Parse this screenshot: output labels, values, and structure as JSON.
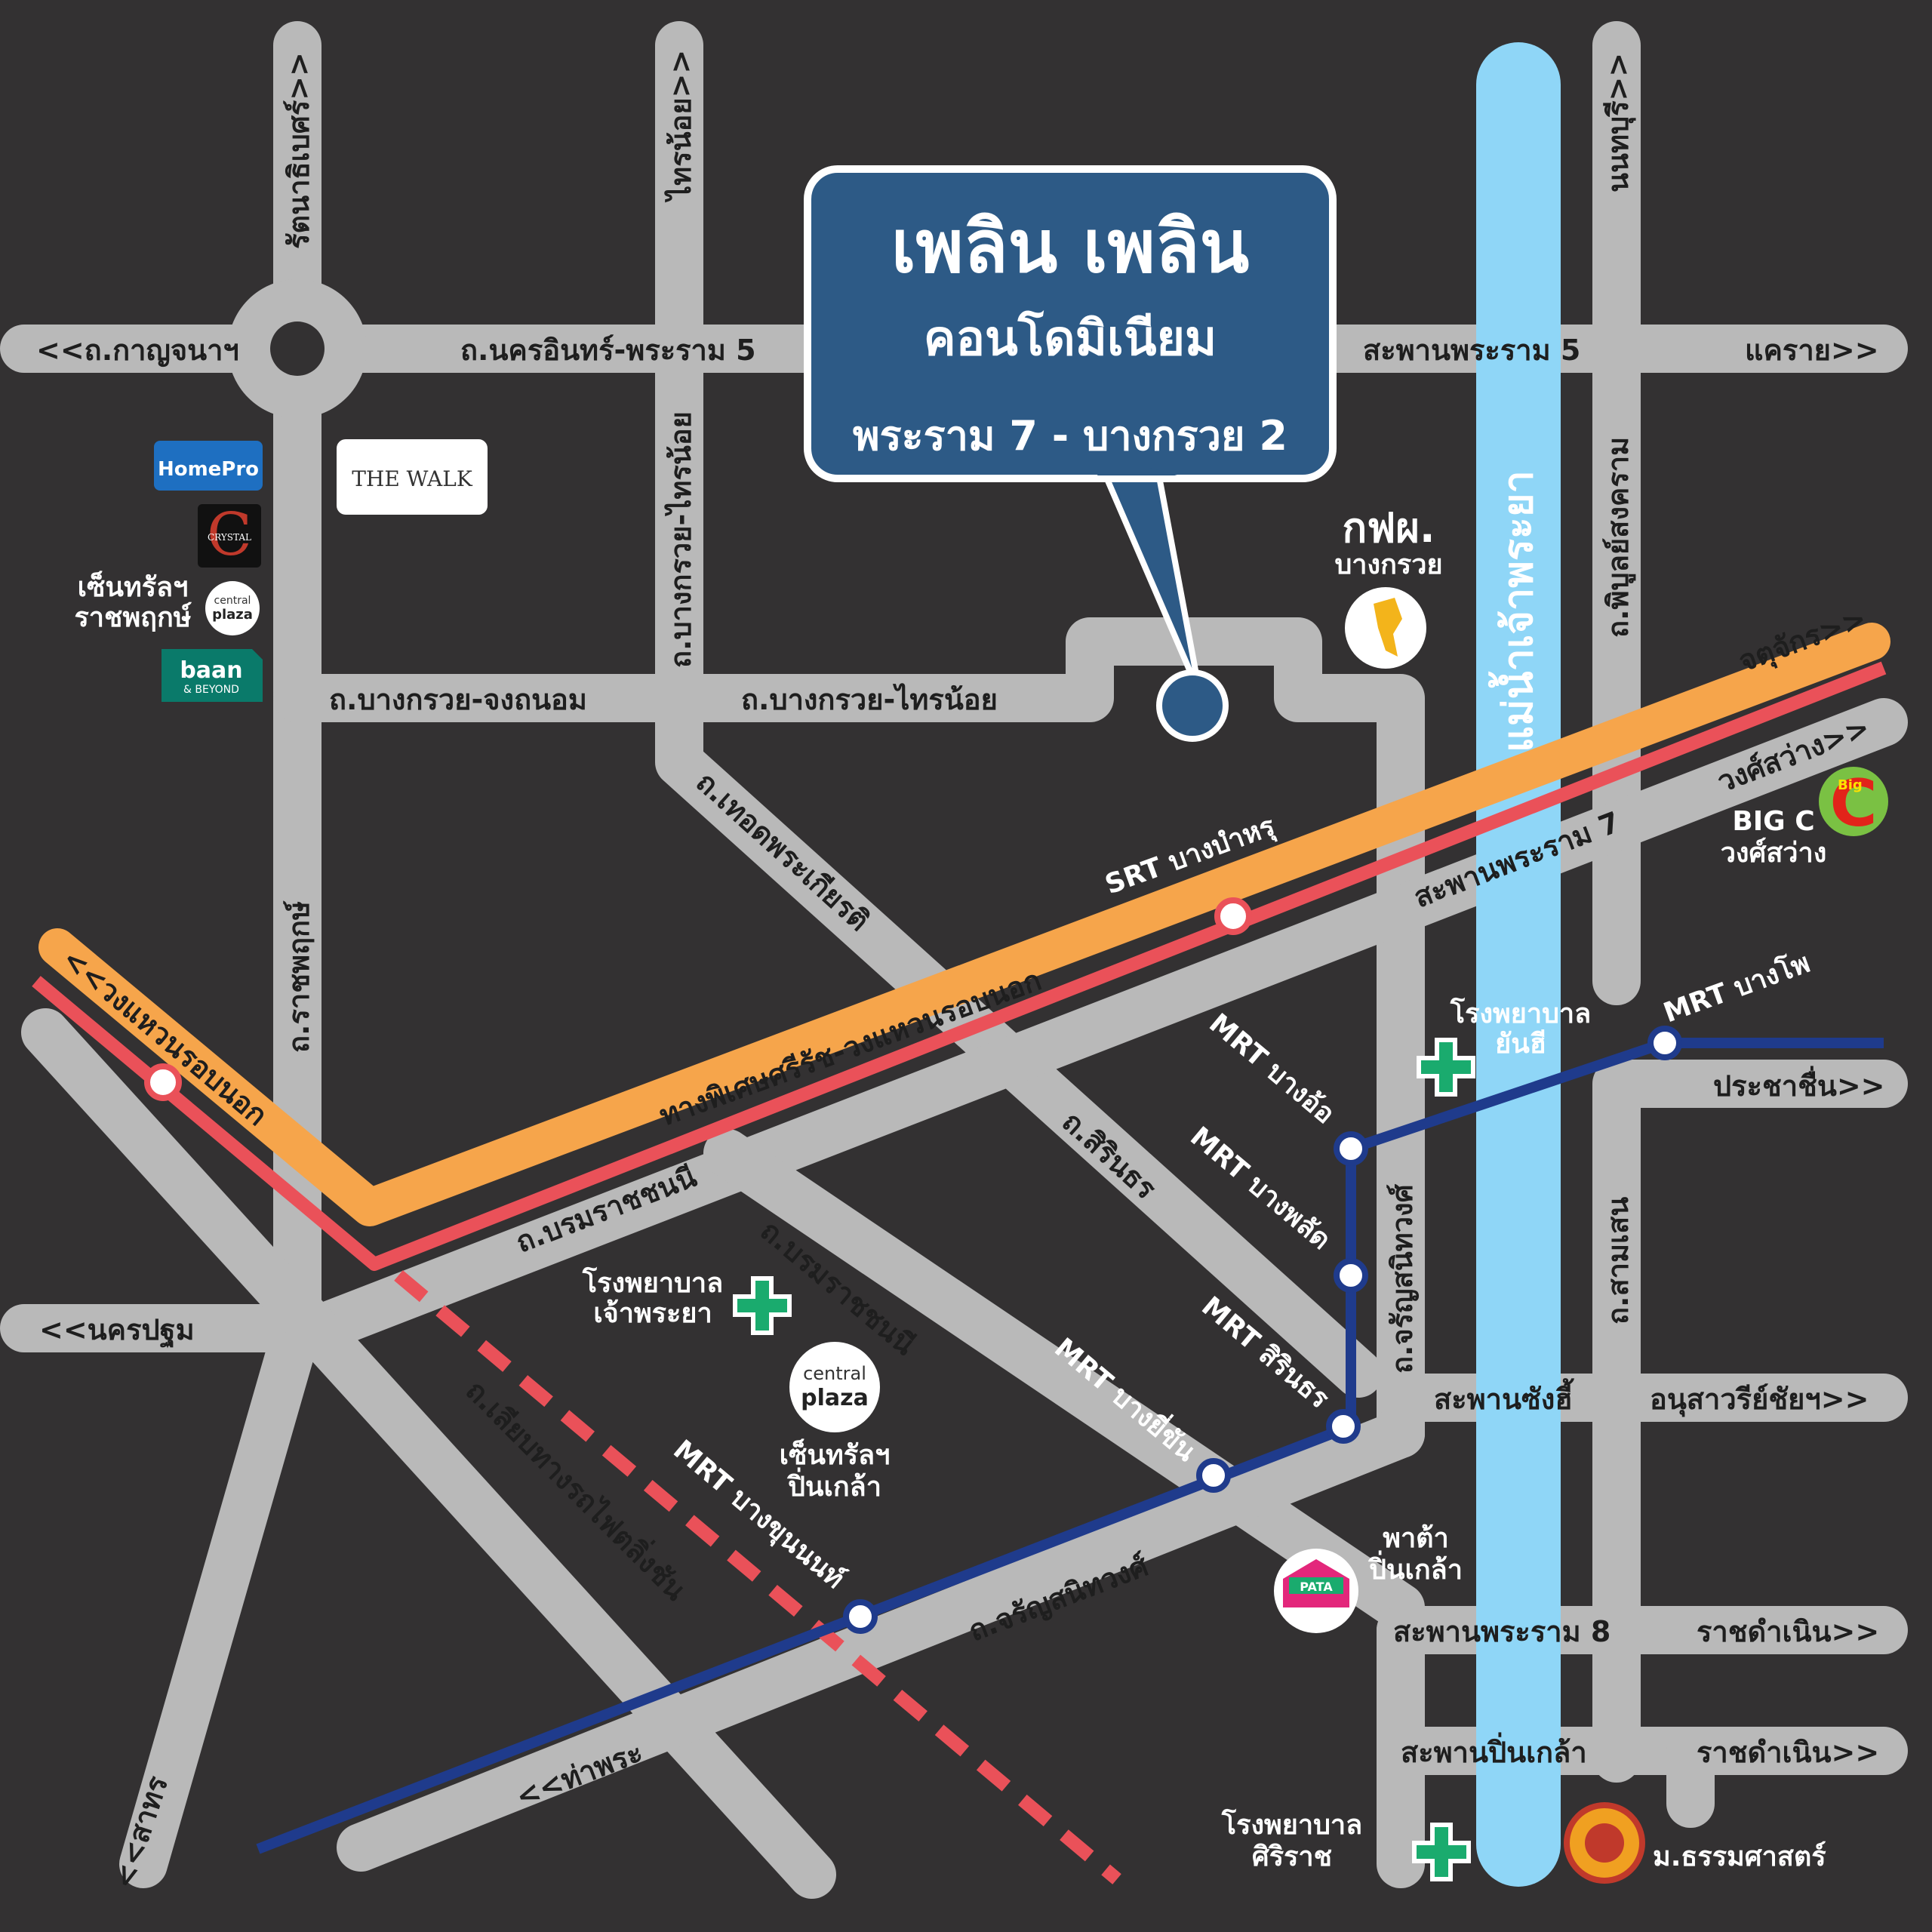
{
  "title": {
    "line1": "เพลิน เพลิน",
    "line2": "คอนโดมิเนียม",
    "line3": "พระราม 7 - บางกรวย 2"
  },
  "colors": {
    "background": "#333132",
    "road": "#b9b9b9",
    "title_box": "#2d5a86",
    "river": "#8fd6f7",
    "expressway": "#f6a54b",
    "srt_line": "#ea5159",
    "mrt_line": "#1f3b8c",
    "hospital_cross": "#1aab6e"
  },
  "roads": {
    "kanchana": "<<ถ.กาญจนาฯ",
    "nakhon_in": "ถ.นครอินทร์-พระราม 5",
    "rama5_bridge": "สะพานพระราม 5",
    "khae_rai": "แคราย>>",
    "rattanathibet": "รัตนาธิเบศร์>>",
    "sai_noi": "ไทรน้อย>>",
    "nonthaburi": "นนทบุรี>>",
    "bangkruai_sainoi_v": "ถ.บางกรวย-ไทรน้อย",
    "phibun": "ถ.พิบูลย์สงคราม",
    "bangkruai_jongthanom": "ถ.บางกรวย-จงถนอม",
    "bangkruai_sainoi_h": "ถ.บางกรวย-ไทรน้อย",
    "thoet_phrakiat": "ถ.เทอดพระเกียรติ",
    "ratchaphruek": "ถ.ราชพฤกษ์",
    "chaturchak": "จตุจักร>>",
    "wongsawang": "วงศ์สว่าง>>",
    "rama7_bridge": "สะพานพระราม 7",
    "outer_ring": "<<วงแหวนรอบนอก",
    "expressway": "ทางพิเศษศรีรัช-วงแหวนรอบนอก",
    "prachachuen": "ประชาชื่น>>",
    "sirindhorn": "ถ.สิรินธร",
    "borommaratchachonnani_1": "ถ.บรมราชชนนี",
    "borommaratchachonnani_2": "ถ.บรมราชชนนี",
    "charan_v": "ถ.จรัญสนิทวงศ์",
    "sam_sen": "ถ.สามเสน",
    "nakhon_pathom": "<<นครปฐม",
    "sangho_bridge": "สะพานซังฮี้",
    "anusawari": "อนุสาวรีย์ชัยฯ>>",
    "liap_rot_fai": "ถ.เลียบทางรถไฟตลิ่งชัน",
    "charan_diag": "ถ.จรัญสนิทวงศ์",
    "rama8_bridge": "สะพานพระราม 8",
    "ratchadamnoen_1": "ราชดำเนิน>>",
    "pinklao_bridge": "สะพานปิ่นเกล้า",
    "ratchadamnoen_2": "ราชดำเนิน>>",
    "tha_phra": "<<ท่าพระ",
    "sathon": "<<สาทร"
  },
  "river": "แม่น้ำเจ้าพระยา",
  "stations": {
    "srt_bangbamru": "SRT บางบำหรุ",
    "mrt_bangpho": "MRT บางโพ",
    "mrt_bangor": "MRT บางอ้อ",
    "mrt_bangphlat": "MRT บางพลัด",
    "mrt_sirindhorn": "MRT สิรินธร",
    "mrt_bangyikhan": "MRT บางยี่ขัน",
    "mrt_bangkhunnon": "MRT บางขุนนนท์"
  },
  "places": {
    "egat_1": "กฟผ.",
    "egat_2": "บางกรวย",
    "bigc_1": "BIG C",
    "bigc_2": "วงศ์สว่าง",
    "yanhee_1": "โรงพยาบาล",
    "yanhee_2": "ยันฮี",
    "chaophraya_1": "โรงพยาบาล",
    "chaophraya_2": "เจ้าพระยา",
    "pinklao_1": "เซ็นทรัลฯ",
    "pinklao_2": "ปิ่นเกล้า",
    "pata_1": "พาต้า",
    "pata_2": "ปิ่นเกล้า",
    "siriraj_1": "โรงพยาบาล",
    "siriraj_2": "ศิริราช",
    "thammasat": "ม.ธรรมศาสตร์",
    "ratchaphruek_central_1": "เซ็นทรัลฯ",
    "ratchaphruek_central_2": "ราชพฤกษ์"
  },
  "logos": {
    "homepro": "HomePro",
    "the_walk": "THE WALK",
    "crystal": "CRYSTAL",
    "central_1": "central",
    "central_2": "plaza",
    "baan_1": "baan",
    "baan_2": "& BEYOND",
    "bigc_badge": "Big",
    "pata_badge": "PATA"
  }
}
